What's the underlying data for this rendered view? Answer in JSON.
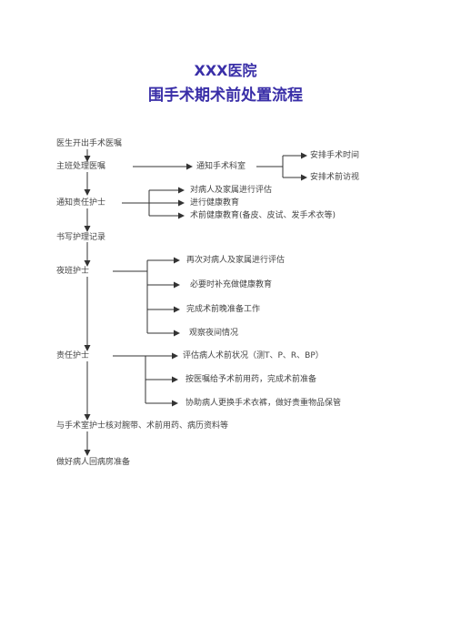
{
  "title": {
    "hospital": "XXX医院",
    "process": "围手术期术前处置流程"
  },
  "flow": {
    "step1": "医生开出手术医嘱",
    "step2": "主班处理医嘱",
    "notify_or": "通知手术科室",
    "arrange_time": "安排手术时间",
    "arrange_visit": "安排术前访视",
    "step3": "通知责任护士",
    "assess": "对病人及家属进行评估",
    "edu": "进行健康教育",
    "preop_edu": "术前健康教育(备皮、皮试、发手术衣等)",
    "step4": "书写护理记录",
    "night_nurse": "夜班护士",
    "reassess": "再次对病人及家属进行评估",
    "supp_edu": "必要时补充做健康教育",
    "night_prep": "完成术前晚准备工作",
    "observe": "观察夜间情况",
    "resp_nurse": "责任护士",
    "eval_status": "评估病人术前状况（测T、P、R、BP）",
    "give_meds": "按医嘱给予术前用药，完成术前准备",
    "assist": "协助病人更换手术衣裤，做好贵重物品保管",
    "step7": "与手术室护士核对腕带、术前用药、病历资料等",
    "step8": "做好病人回病房准备"
  }
}
